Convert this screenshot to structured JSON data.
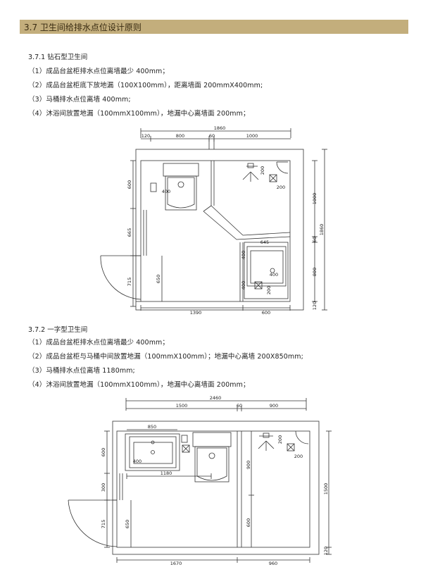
{
  "header": {
    "title": "3.7 卫生间给排水点位设计原则"
  },
  "section1": {
    "heading": "3.7.1  钻石型卫生间",
    "items": [
      "（1）成品台盆柜排水点位离墙最少 400mm；",
      "（2）成品台盆柜底下放地漏（100X100mm），距离墙面 200mmX400mm;",
      "（3）马桶排水点位离墙 400mm;",
      "（4）沐浴间放置地漏（100mmX100mm），地漏中心离墙面 200mm；"
    ],
    "dims": {
      "top_total": "1860",
      "top_a": "120",
      "top_b": "800",
      "top_c": "60",
      "top_d": "1000",
      "left_a": "600",
      "left_b": "665",
      "left_c": "715",
      "inner_650": "650",
      "bottom_a": "1390",
      "bottom_b": "600",
      "right_a": "1000",
      "right_b": "60",
      "right_c": "800",
      "right_d": "120",
      "right_total": "1860",
      "toilet_400": "400",
      "drain_200": "200",
      "basin_645": "645",
      "basin_400a": "400",
      "basin_400b": "400",
      "basin_400c": "400"
    }
  },
  "section2": {
    "heading": "3.7.2   一字型卫生间",
    "items": [
      "（1）成品台盆柜排水点位离墙最少 400mm；",
      "（2）成品台盆柜与马桶中间放置地漏（100mmX100mm）；地漏中心离墙 200X850mm;",
      "（3）马桶排水点位离墙 1180mm;",
      "（4）沐浴间放置地漏（100mmX100mm），地漏中心离墙面 200mm；"
    ],
    "dims": {
      "top_total": "2460",
      "top_a": "1500",
      "top_b": "60",
      "top_c": "900",
      "basin_850": "850",
      "basin_400": "400",
      "toilet_1180": "1180",
      "drain_200": "200",
      "left_a": "600",
      "left_b": "300",
      "left_c": "715",
      "inner_650": "650",
      "mid_900": "900",
      "mid_600": "600",
      "right_total": "1500",
      "right_120": "120",
      "bottom_a": "1670",
      "bottom_b": "960"
    }
  }
}
